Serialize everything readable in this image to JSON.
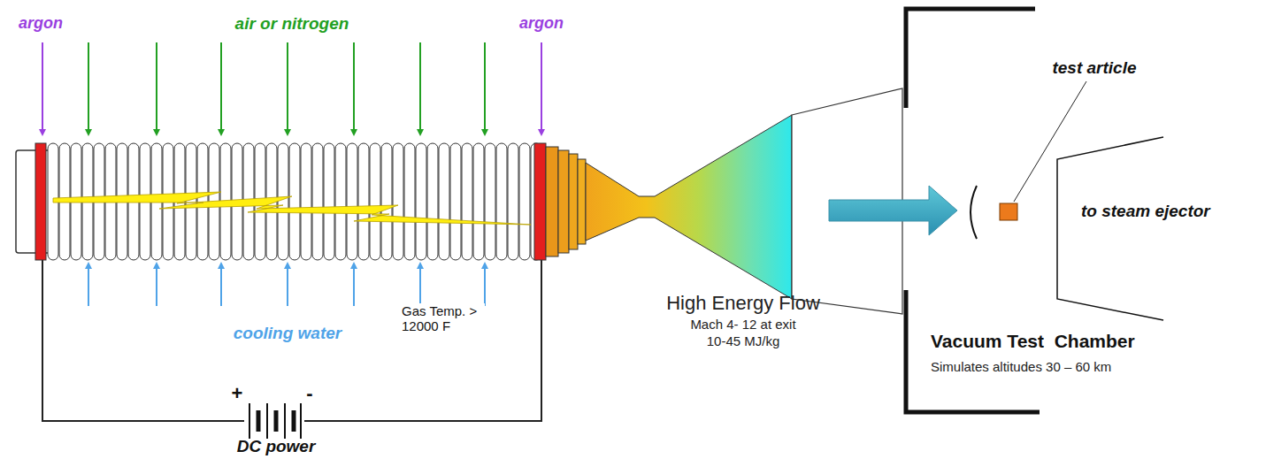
{
  "diagram": {
    "labels": [
      "argon",
      "air or nitrogen",
      "argon",
      "test article",
      "to steam ejector",
      "Gas Temp. > 12000 F",
      "cooling water",
      "High Energy Flow",
      "Mach 4- 12 at exit",
      "10-45 MJ/kg",
      "Vacuum Test  Chamber",
      "Simulates altitudes 30 – 60 km",
      "+",
      "-",
      "DC power"
    ]
  }
}
